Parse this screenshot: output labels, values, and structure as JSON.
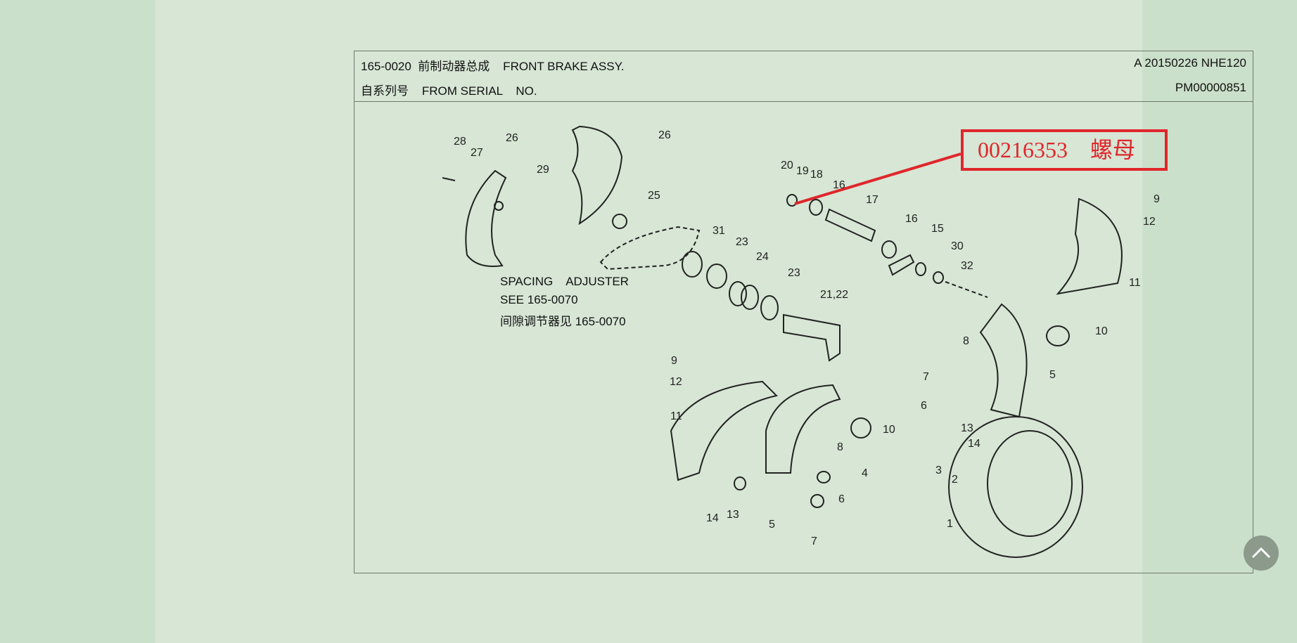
{
  "header": {
    "title": "165-0020  前制动器总成    FRONT BRAKE ASSY.",
    "revision": "A 20150226 NHE120",
    "serial_label": "自系列号    FROM SERIAL    NO.",
    "serial_value": "PM00000851"
  },
  "highlight": {
    "text": "00216353    螺母",
    "color": "#e0262c"
  },
  "note": [
    "SPACING    ADJUSTER",
    "SEE 165-0070",
    "间隙调节器见 165-0070"
  ],
  "callouts": [
    "28",
    "27",
    "26",
    "29",
    "26",
    "25",
    "31",
    "23",
    "24",
    "23",
    "21,22",
    "20",
    "19",
    "18",
    "16",
    "17",
    "16",
    "15",
    "30",
    "32",
    "9",
    "12",
    "11",
    "10",
    "8",
    "5",
    "7",
    "6",
    "13",
    "14",
    "3",
    "2",
    "1",
    "9",
    "12",
    "11",
    "10",
    "8",
    "4",
    "6",
    "13",
    "14",
    "5",
    "7"
  ],
  "scroll_top": {
    "icon": "chevron-up-icon"
  }
}
